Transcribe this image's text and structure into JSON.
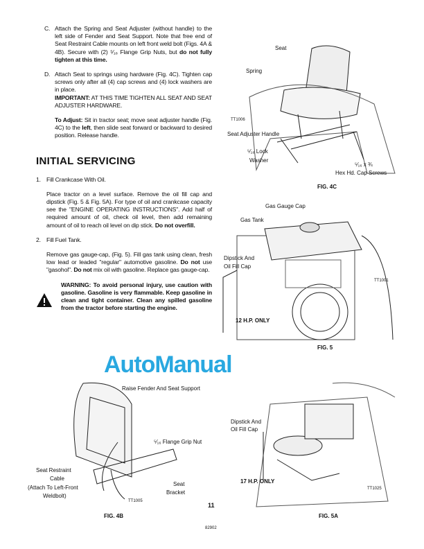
{
  "stepC": {
    "marker": "C.",
    "text": "Attach the Spring and Seat Adjuster (without handle) to the left side of Fender and Seat Support. Note that free end of Seat Restraint Cable mounts on left front weld bolt (Figs. 4A & 4B). Secure with (2) ⁵⁄₁₆ Flange Grip Nuts, but",
    "bold": "do not fully tighten at this time."
  },
  "stepD": {
    "marker": "D.",
    "text": "Attach Seat to springs using hardware (Fig. 4C). Tighten cap screws only after all (4) cap screws and (4) lock washers are in place.",
    "important_label": "IMPORTANT:",
    "important_text": "AT THIS TIME TIGHTEN ALL SEAT AND SEAT ADJUSTER HARDWARE.",
    "adjust_label": "To Adjust:",
    "adjust_text1": "Sit in tractor seat; move seat adjuster handle (Fig. 4C) to the",
    "adjust_bold": "left",
    "adjust_text2": ", then slide seat forward or backward to desired position. Release handle."
  },
  "section_title": "INITIAL SERVICING",
  "step1": {
    "marker": "1.",
    "title": "Fill Crankcase With Oil.",
    "text": "Place tractor on a level surface. Remove the oil fill cap and dipstick (Fig. 5 & Fig. 5A). For type of oil and crankcase capacity see the \"ENGINE OPERATING INSTRUCTIONS\". Add half of required amount of oil, check oil level, then add remaining amount of oil to reach oil level on dip stick.",
    "bold": "Do not overfill."
  },
  "step2": {
    "marker": "2.",
    "title": "Fill Fuel Tank.",
    "text1": "Remove gas gauge-cap, (Fig. 5). Fill gas tank using clean, fresh low lead or leaded \"regular\" automotive gasoline.",
    "bold1": "Do not",
    "text2": "use \"gasohol\".",
    "bold2": "Do not",
    "text3": "mix oil with gasoline. Replace gas gauge-cap."
  },
  "warning": {
    "icon": "warning-triangle-icon",
    "text": "WARNING: To avoid personal injury, use caution with gasoline. Gasoline is very flammable. Keep gasoline in clean and tight container. Clean any spilled gasoline from the tractor before starting the engine."
  },
  "fig4c": {
    "caption": "FIG. 4C",
    "seat": "Seat",
    "spring": "Spring",
    "handle": "Seat Adjuster Handle",
    "washer1": "⁵⁄₁₆ Lock",
    "washer2": "Washer",
    "screws1": "⁵⁄₁₆ x ¾",
    "screws2": "Hex Hd. Cap Screws",
    "code": "TT1006"
  },
  "fig5": {
    "caption": "FIG. 5",
    "gauge": "Gas Gauge Cap",
    "tank": "Gas Tank",
    "dip1": "Dipstick And",
    "dip2": "Oil Fill Cap",
    "hp": "12 H.P. ONLY",
    "code": "TT1001"
  },
  "fig4b": {
    "caption": "FIG. 4B",
    "raise": "Raise Fender And Seat Support",
    "nut": "⁵⁄₁₆ Flange Grip Nut",
    "cable1": "Seat Restraint",
    "cable2": "Cable",
    "attach1": "(Attach To Left-Front",
    "attach2": "Weldbolt)",
    "bracket1": "Seat",
    "bracket2": "Bracket",
    "code": "TT1005"
  },
  "fig5a": {
    "caption": "FIG. 5A",
    "dip1": "Dipstick And",
    "dip2": "Oil Fill Cap",
    "hp": "17 H.P. ONLY",
    "code": "TT1025"
  },
  "page_number": "11",
  "doc_code": "82902",
  "watermark": "AutoManual"
}
